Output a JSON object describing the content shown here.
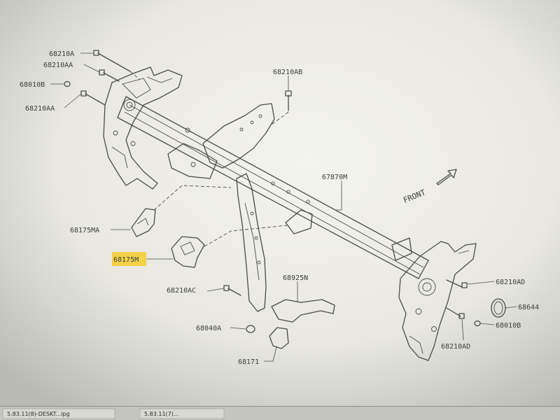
{
  "callouts": [
    {
      "id": "c1",
      "text": "68210A"
    },
    {
      "id": "c2",
      "text": "68210AA"
    },
    {
      "id": "c3",
      "text": "68010B"
    },
    {
      "id": "c4",
      "text": "68210AA"
    },
    {
      "id": "c5",
      "text": "68210AB"
    },
    {
      "id": "c6",
      "text": "67870M"
    },
    {
      "id": "c7",
      "text": "68175MA"
    },
    {
      "id": "c8",
      "text": "68175M",
      "highlighted": true
    },
    {
      "id": "c9",
      "text": "68210AC"
    },
    {
      "id": "c10",
      "text": "68925N"
    },
    {
      "id": "c11",
      "text": "68040A"
    },
    {
      "id": "c12",
      "text": "68171"
    },
    {
      "id": "c13",
      "text": "68210AD"
    },
    {
      "id": "c14",
      "text": "68644"
    },
    {
      "id": "c15",
      "text": "68010B"
    },
    {
      "id": "c16",
      "text": "68210AD"
    }
  ],
  "front_label": "FRONT",
  "taskbar": {
    "item1": "5.83.11(8)-DESKT...ipg",
    "item2": "5.83.11(7)..."
  },
  "colors": {
    "highlight": "#f2cf3a",
    "paper": "#eeeee6",
    "ink": "#3b3d3a",
    "screen_bezel": "#5a5e58"
  }
}
